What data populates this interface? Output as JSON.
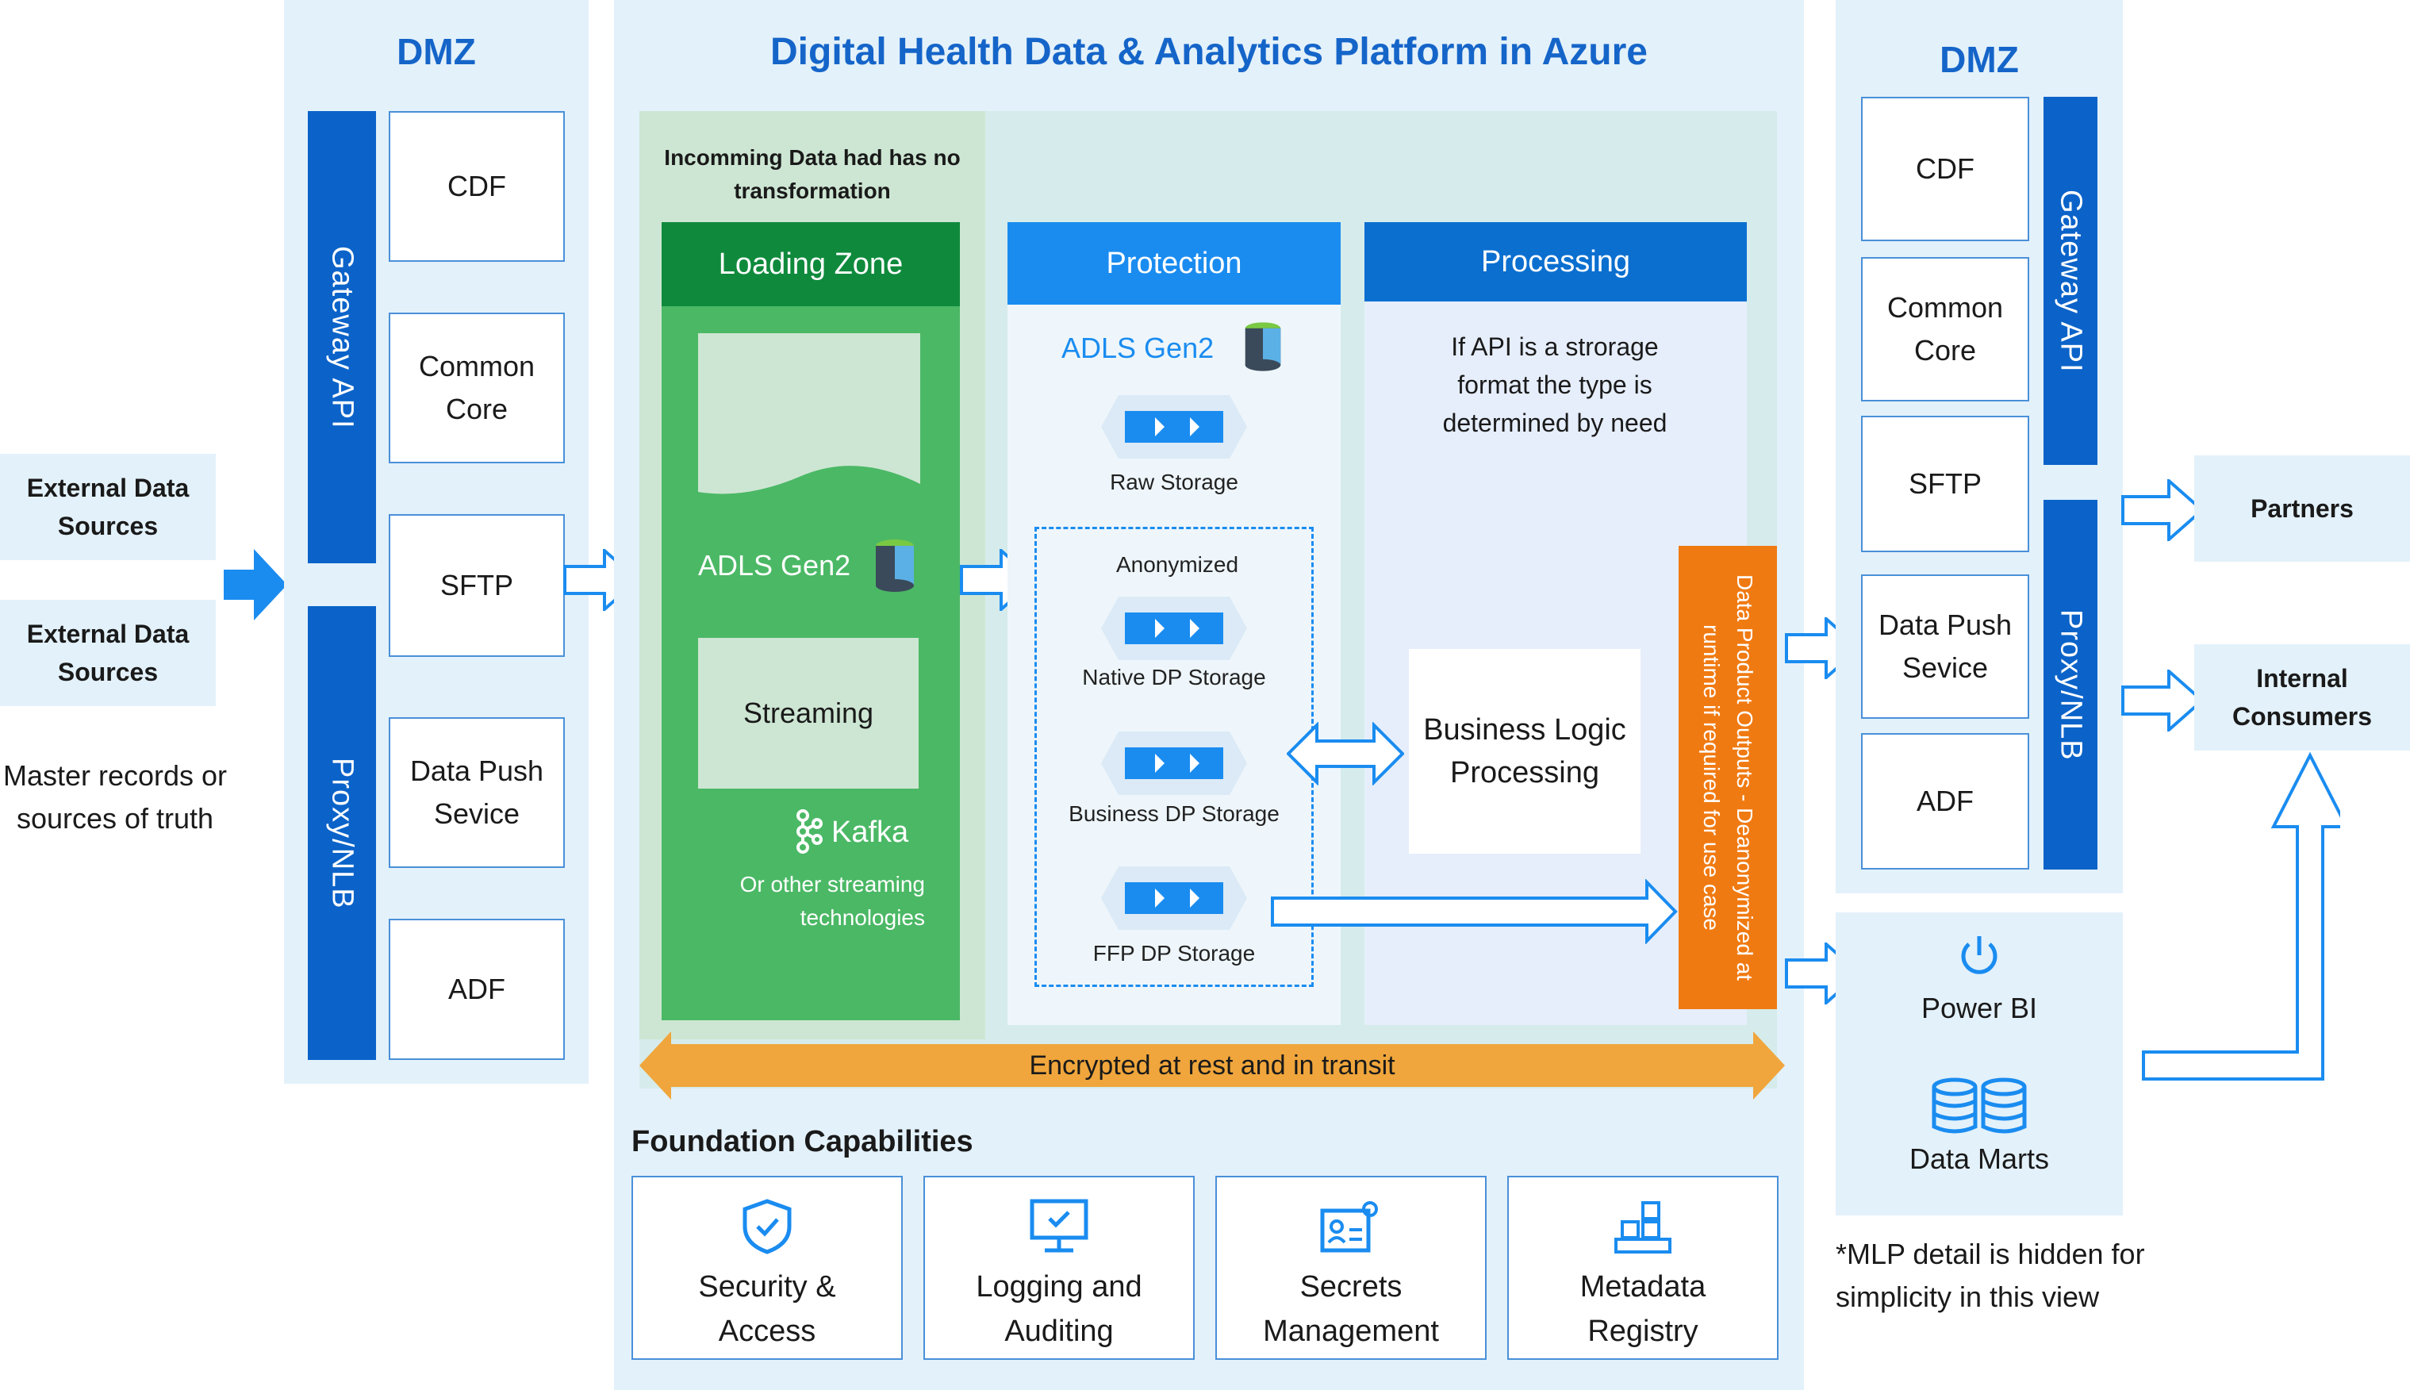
{
  "title": "Digital Health Data & Analytics Platform in Azure",
  "left": {
    "sources": [
      "External Data Sources",
      "External Data Sources"
    ],
    "master_text": "Master records or sources of truth"
  },
  "dmz_left": {
    "title": "DMZ",
    "gateway_label": "Gateway API",
    "proxy_label": "Proxy/NLB",
    "boxes": [
      "CDF",
      "Common Core",
      "SFTP",
      "Data Push Sevice",
      "ADF"
    ]
  },
  "incoming": {
    "note": "Incomming Data had has no transformation",
    "header": "Loading Zone",
    "adls_label": "ADLS Gen2",
    "streaming_label": "Streaming",
    "kafka_label": "Kafka",
    "kafka_note": "Or other streaming technologies"
  },
  "protection": {
    "header": "Protection",
    "adls_label": "ADLS Gen2",
    "raw_label": "Raw Storage",
    "anon_label": "Anonymized",
    "native_label": "Native DP Storage",
    "business_label": "Business DP Storage",
    "ffp_label": "FFP DP Storage"
  },
  "processing": {
    "header": "Processing",
    "note": "If API is a strorage format the type is determined by need",
    "blp_label": "Business Logic Processing"
  },
  "outputs_label": "Data Product Outputs - Deanonymized at runtime if required for use case",
  "encrypted_label": "Encrypted at rest and in transit",
  "foundation": {
    "title": "Foundation Capabilities",
    "items": [
      "Security & Access",
      "Logging and Auditing",
      "Secrets Management",
      "Metadata Registry"
    ]
  },
  "dmz_right": {
    "title": "DMZ",
    "gateway_label": "Gateway API",
    "proxy_label": "Proxy/NLB",
    "boxes": [
      "CDF",
      "Common Core",
      "SFTP",
      "Data Push Sevice",
      "ADF"
    ]
  },
  "consumers": {
    "partners": "Partners",
    "internal": "Internal Consumers"
  },
  "bi": {
    "powerbi": "Power BI",
    "datamarts": "Data Marts"
  },
  "footnote": "*MLP detail is hidden for simplicity in this view",
  "colors": {
    "dark_blue": "#0b63c9",
    "light_panel": "#e3f1fa",
    "green_dark": "#0f8a3c",
    "green": "#4bb865",
    "blue_header": "#1a8cf0",
    "processing_header": "#0b6fd0",
    "orange": "#f07a12",
    "amber": "#f0a63c"
  }
}
